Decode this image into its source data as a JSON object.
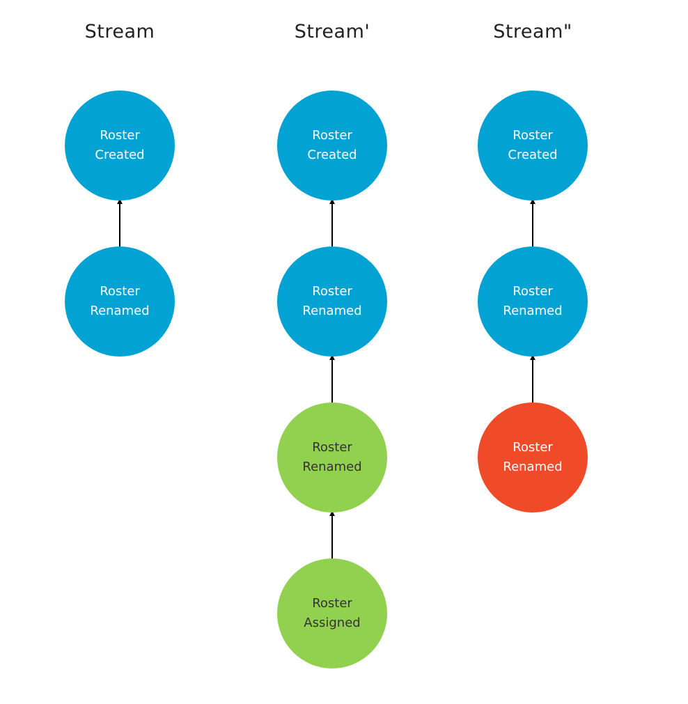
{
  "colors": {
    "committed": "#02a2d3",
    "appended": "#92d050",
    "conflict": "#f04b28",
    "arrow": "#000000"
  },
  "columns": [
    {
      "title": "Stream",
      "nodes": [
        {
          "line1": "Roster",
          "line2": "Created",
          "status": "committed"
        },
        {
          "line1": "Roster",
          "line2": "Renamed",
          "status": "committed"
        }
      ]
    },
    {
      "title": "Stream'",
      "nodes": [
        {
          "line1": "Roster",
          "line2": "Created",
          "status": "committed"
        },
        {
          "line1": "Roster",
          "line2": "Renamed",
          "status": "committed"
        },
        {
          "line1": "Roster",
          "line2": "Renamed",
          "status": "appended"
        },
        {
          "line1": "Roster",
          "line2": "Assigned",
          "status": "appended"
        }
      ]
    },
    {
      "title": "Stream\"",
      "nodes": [
        {
          "line1": "Roster",
          "line2": "Created",
          "status": "committed"
        },
        {
          "line1": "Roster",
          "line2": "Renamed",
          "status": "committed"
        },
        {
          "line1": "Roster",
          "line2": "Renamed",
          "status": "conflict"
        }
      ]
    }
  ]
}
